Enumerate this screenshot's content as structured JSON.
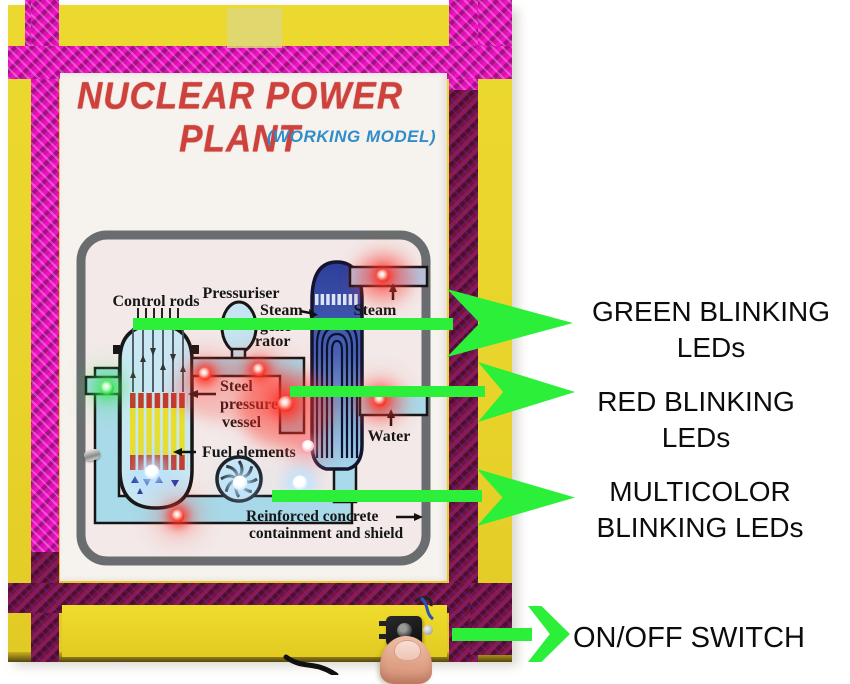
{
  "poster": {
    "title": "NUCLEAR POWER PLANT",
    "subtitle": "(WORKING MODEL)"
  },
  "diagram": {
    "control_rods": "Control rods",
    "pressuriser": "Pressuriser",
    "steam_gen": [
      "Steam",
      "gene",
      "rator"
    ],
    "steam_out": "Steam",
    "steel_vessel": [
      "Steel",
      "pressure",
      "vessel"
    ],
    "fuel_elements": "Fuel elements",
    "water": "Water",
    "containment": [
      "Reinforced concrete",
      "containment and shield"
    ]
  },
  "annotations": {
    "green": [
      "GREEN BLINKING",
      "LEDs"
    ],
    "red": [
      "RED BLINKING",
      "LEDs"
    ],
    "multicolor": [
      "MULTICOLOR",
      "BLINKING LEDs"
    ],
    "switch": "ON/OFF SWITCH"
  },
  "colors": {
    "board_yellow": "#e8d32b",
    "tape_magenta": "#d810b0",
    "tape_maroon": "#72133f",
    "arrow_green": "#2bef38",
    "title_red": "#cd423c",
    "subtitle_blue": "#2f8dc9",
    "led_red": "#ff2e22",
    "led_green": "#35e050"
  }
}
